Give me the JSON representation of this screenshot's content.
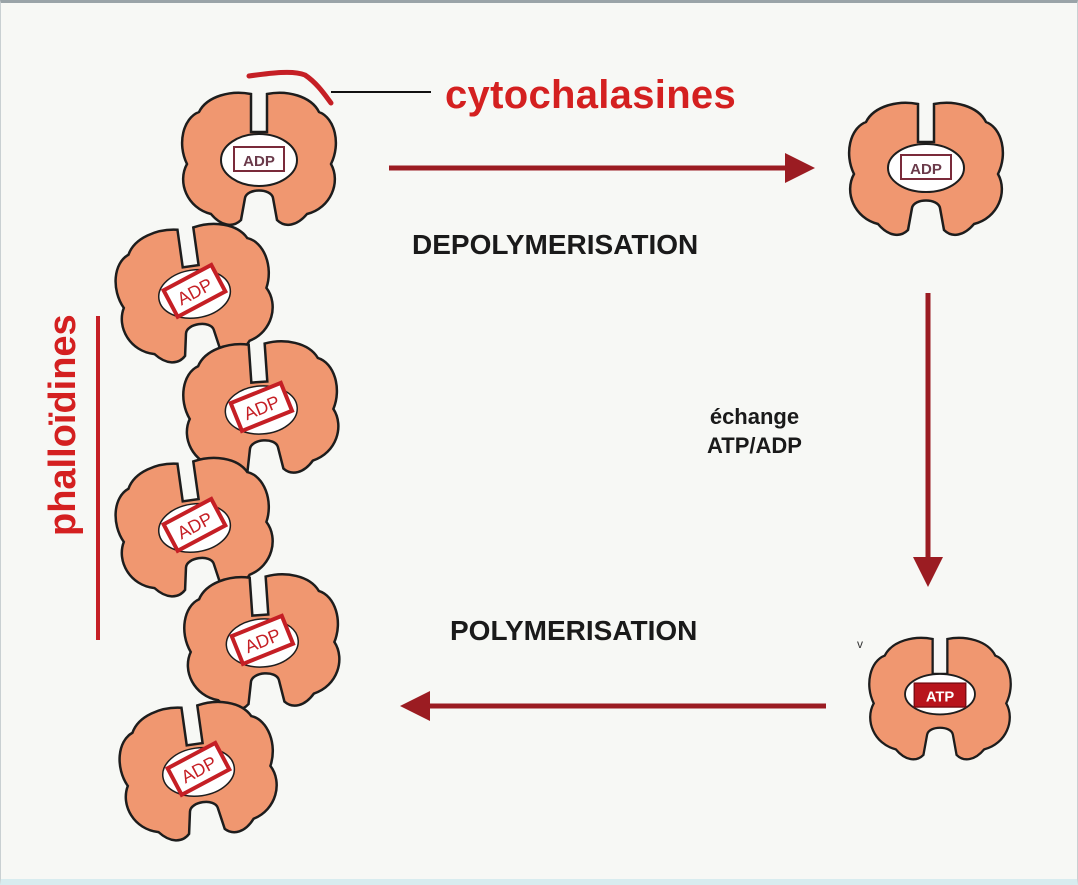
{
  "labels": {
    "cytochalasines": "cytochalasines",
    "phalloidines": "phalloïdines",
    "depolymerisation": "DEPOLYMERISATION",
    "polymerisation": "POLYMERISATION",
    "echange_line1": "échange",
    "echange_line2": "ATP/ADP",
    "tick": "v"
  },
  "nucleotides": {
    "filament": [
      "ADP",
      "ADP",
      "ADP",
      "ADP",
      "ADP",
      "ADP"
    ],
    "top_cap": "ADP",
    "free_monomer": "ADP",
    "atp_monomer": "ATP"
  },
  "colors": {
    "monomer_fill": "#f09770",
    "monomer_stroke": "#1d1d1d",
    "arrow": "#9b1c22",
    "accent_red": "#d42020",
    "adp_box_red": "#c51f25",
    "atp_fill": "#b8141c"
  }
}
